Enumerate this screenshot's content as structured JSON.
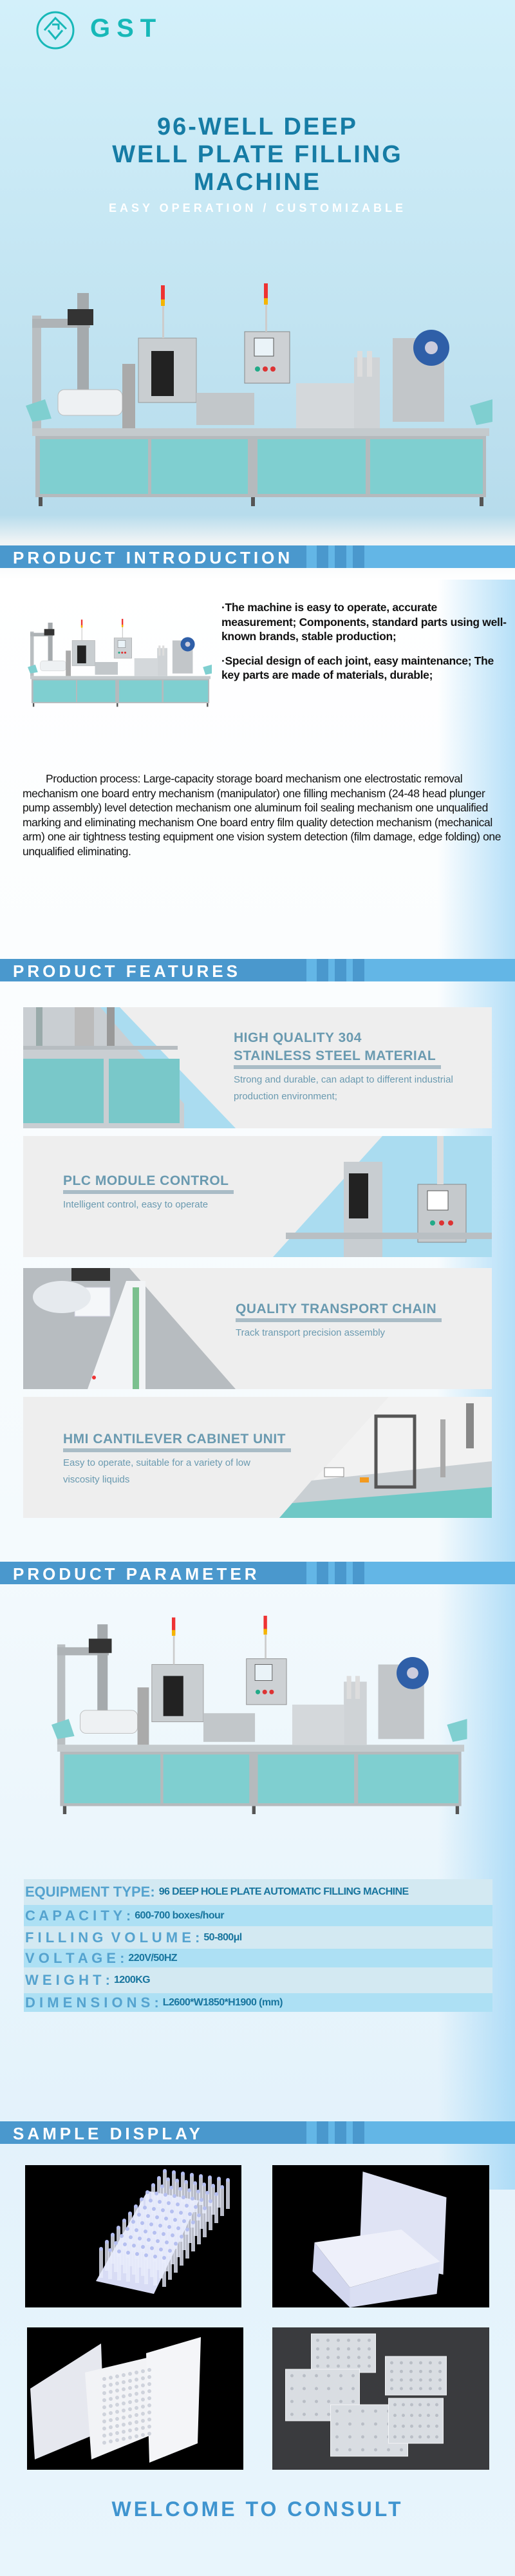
{
  "header": {
    "brand": "GST",
    "title_lines": [
      "96-WELL DEEP",
      "WELL PLATE FILLING",
      "MACHINE"
    ],
    "subtitle": "EASY OPERATION / CUSTOMIZABLE"
  },
  "colors": {
    "brand": "#17b8b8",
    "title": "#167ca5",
    "bar_dark": "#4a98cd",
    "bar_light": "#63b6e6",
    "feature_text": "#6a9ab0",
    "machine_cabinet": "#7fcfd0"
  },
  "introduction": {
    "heading": "PRODUCT INTRODUCTION",
    "bullets": [
      "·The machine is easy to operate, accurate measurement; Components, standard parts using well-known brands, stable production;",
      "·Special design of each joint, easy maintenance; The key parts are made of materials, durable;"
    ],
    "process": "Production process: Large-capacity storage board mechanism one electrostatic removal mechanism one board entry mechanism (manipulator) one filling mechanism (24-48 head plunger pump assembly) level detection mechanism one aluminum foil sealing mechanism one unqualified marking and eliminating mechanism One board entry film quality detection mechanism (mechanical arm) one air tightness testing equipment one vision system detection (film damage, edge folding) one unqualified eliminating."
  },
  "features": {
    "heading": "PRODUCT FEATURES",
    "items": [
      {
        "title": "HIGH QUALITY 304 STAINLESS STEEL MATERIAL",
        "title_l1": "HIGH QUALITY 304",
        "title_l2": "STAINLESS STEEL MATERIAL",
        "desc": "Strong and durable, can adapt to different industrial production environment;"
      },
      {
        "title": "PLC MODULE CONTROL",
        "desc": "Intelligent control, easy to operate"
      },
      {
        "title": "QUALITY TRANSPORT CHAIN",
        "desc": "Track transport precision assembly"
      },
      {
        "title": "HMI CANTILEVER CABINET UNIT",
        "desc": "Easy to operate, suitable for a variety of low viscosity liquids"
      }
    ]
  },
  "parameters": {
    "heading": "PRODUCT PARAMETER",
    "rows": [
      {
        "label": "EQUIPMENT TYPE:",
        "value": "96 DEEP HOLE PLATE AUTOMATIC FILLING MACHINE"
      },
      {
        "label": "C A P A C I T Y :",
        "value": "600-700 boxes/hour"
      },
      {
        "label": "F I L L I N G  V O L U M E :",
        "value": "50-800μl"
      },
      {
        "label": "V O L T A G E :",
        "value": "220V/50HZ"
      },
      {
        "label": "W E I G H T :",
        "value": "1200KG"
      },
      {
        "label": "D I M E N S I O N S :",
        "value": "L2600*W1850*H1900 (mm)"
      }
    ]
  },
  "samples": {
    "heading": "SAMPLE DISPLAY"
  },
  "footer": {
    "cta": "WELCOME TO CONSULT"
  }
}
